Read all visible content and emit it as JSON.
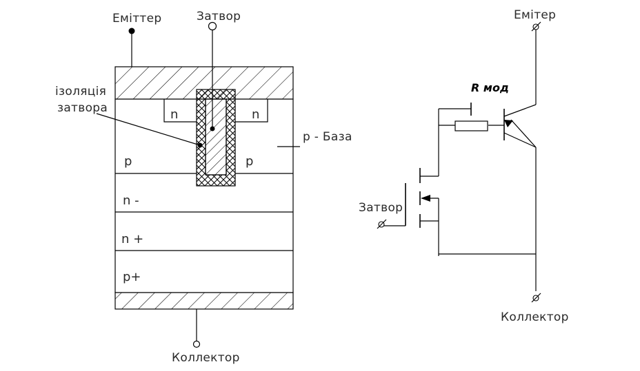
{
  "cross_section": {
    "emitter_label": "Еміттер",
    "gate_label": "Затвор",
    "gate_insulation_label_line1": "ізоляція",
    "gate_insulation_label_line2": "затвора",
    "base_label": "p - База",
    "collector_label": "Коллектор",
    "source_left_label": "n",
    "source_right_label": "n",
    "p_left_label": "p",
    "p_right_label": "p",
    "n_minus_label": "n -",
    "n_plus_label": "n +",
    "p_plus_label": "p+"
  },
  "circuit": {
    "emitter_label": "Емітер",
    "gate_label": "Затвор",
    "collector_label": "Коллектор",
    "resistor_label": "R мод"
  }
}
